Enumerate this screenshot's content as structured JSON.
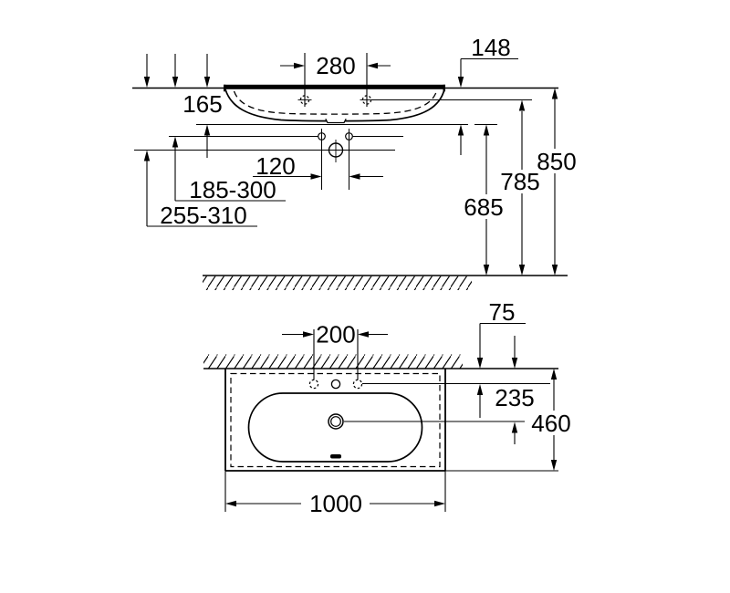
{
  "colors": {
    "line": "#000000",
    "background": "#ffffff"
  },
  "front_view": {
    "dims": {
      "tap_hole_spacing": "280",
      "rear_ledge_height": "148",
      "basin_edge_height": "165",
      "drain_offset": "120",
      "trap_range_upper": "185-300",
      "trap_range_lower": "255-310",
      "drain_outlet_height": "685",
      "tap_hole_height": "785",
      "rim_height": "850"
    }
  },
  "plan_view": {
    "dims": {
      "tap_hole_spacing": "200",
      "tap_holes_to_wall": "75",
      "drain_to_wall": "235",
      "basin_depth": "460",
      "basin_width": "1000"
    }
  }
}
